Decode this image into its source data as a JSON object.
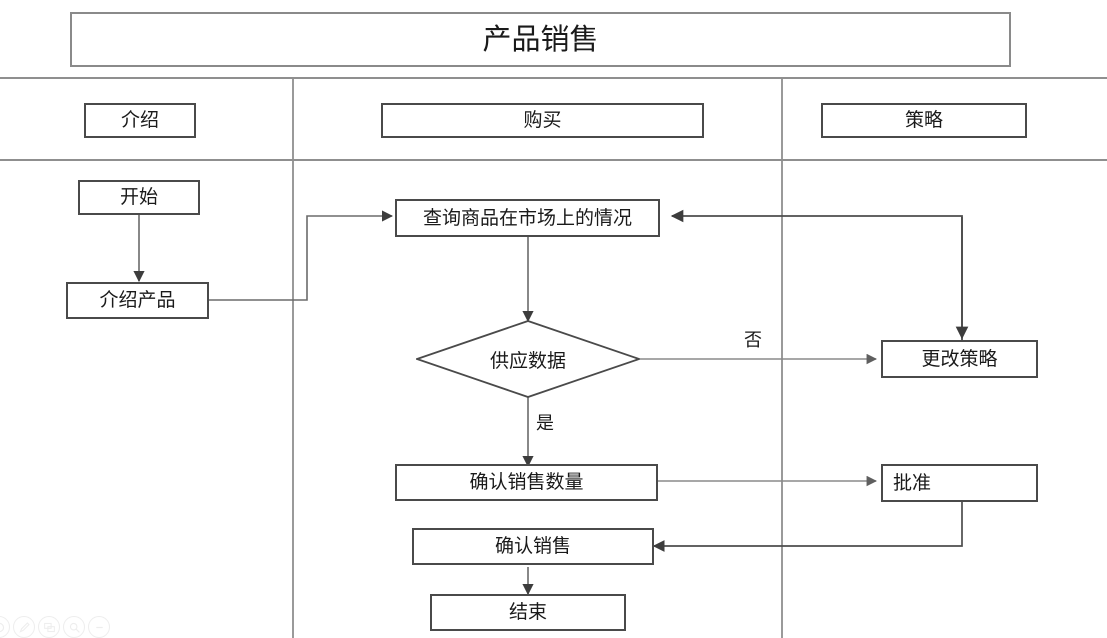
{
  "diagram": {
    "title": "产品销售",
    "type": "swimlane-flowchart",
    "lanes": [
      {
        "label": "介绍"
      },
      {
        "label": "购买"
      },
      {
        "label": "策略"
      }
    ],
    "nodes": {
      "start": "开始",
      "introduce_product": "介绍产品",
      "query_market": "查询商品在市场上的情况",
      "supply_data": "供应数据",
      "change_strategy": "更改策略",
      "confirm_quantity": "确认销售数量",
      "approve": "批准",
      "confirm_sale": "确认销售",
      "end": "结束"
    },
    "edge_labels": {
      "no": "否",
      "yes": "是"
    }
  },
  "toolbar": {
    "icons": [
      {
        "name": "pen-icon"
      },
      {
        "name": "copy-icon"
      },
      {
        "name": "search-icon"
      },
      {
        "name": "minus-icon"
      }
    ]
  },
  "colors": {
    "node_border": "#4a4a4a",
    "lane_line": "#9a9a9a",
    "connector": "#5a5a5a",
    "text": "#1a1a1a",
    "background": "#ffffff"
  }
}
